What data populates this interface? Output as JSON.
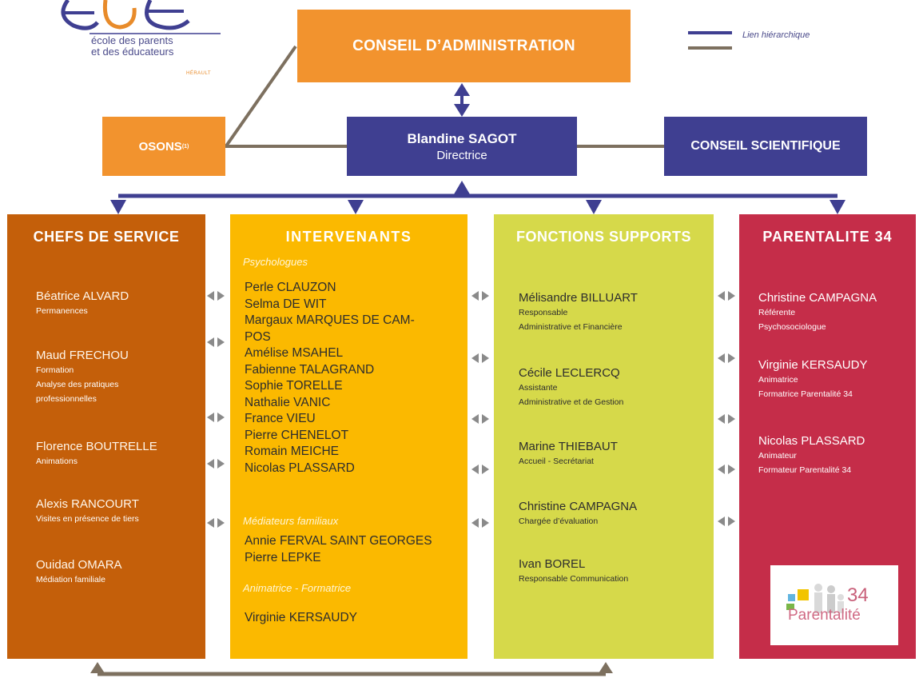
{
  "logo": {
    "line1": "école des parents",
    "line2": "et des éducateurs",
    "line3": "HÉRAULT"
  },
  "legend": {
    "label": "Lien hiérarchique"
  },
  "top": {
    "conseil_administration": "CONSEIL D’ADMINISTRATION",
    "osons": "OSONS",
    "osons_note": "(1)",
    "director_name": "Blandine SAGOT",
    "director_role": "Directrice",
    "conseil_scientifique": "CONSEIL SCIENTIFIQUE"
  },
  "columns": {
    "chefs": {
      "title": "CHEFS DE SERVICE",
      "entries": [
        {
          "name": "Béatrice ALVARD",
          "roles": [
            "Permanences"
          ]
        },
        {
          "name": "Maud FRECHOU",
          "roles": [
            "Formation",
            "Analyse des pratiques",
            "professionnelles"
          ]
        },
        {
          "name": "Florence BOUTRELLE",
          "roles": [
            "Animations"
          ]
        },
        {
          "name": "Alexis RANCOURT",
          "roles": [
            "Visites en présence de tiers"
          ]
        },
        {
          "name": "Ouidad OMARA",
          "roles": [
            "Médiation familiale"
          ]
        }
      ]
    },
    "intervenants": {
      "title": "INTERVENANTS",
      "sections": [
        {
          "label": "Psychologues",
          "names": [
            "Perle CLAUZON",
            "Selma DE WIT",
            "Margaux MARQUES DE CAM-",
            "POS",
            "Amélise MSAHEL",
            "Fabienne TALAGRAND",
            "Sophie TORELLE",
            "Nathalie VANIC",
            "France VIEU",
            "Pierre CHENELOT",
            "Romain MEICHE",
            "Nicolas PLASSARD"
          ]
        },
        {
          "label": "Médiateurs familiaux",
          "names": [
            "Annie FERVAL SAINT GEORGES",
            "Pierre LEPKE"
          ]
        },
        {
          "label": "Animatrice - Formatrice",
          "names": [
            "Virginie KERSAUDY"
          ]
        }
      ]
    },
    "fonctions": {
      "title": "FONCTIONS SUPPORTS",
      "entries": [
        {
          "name": "Mélisandre BILLUART",
          "roles": [
            "Responsable",
            "Administrative et Financière"
          ]
        },
        {
          "name": "Cécile LECLERCQ",
          "roles": [
            "Assistante",
            "Administrative et de Gestion"
          ]
        },
        {
          "name": "Marine THIEBAUT",
          "roles": [
            "Accueil - Secrétariat"
          ]
        },
        {
          "name": "Christine CAMPAGNA",
          "roles": [
            "Chargée d’évaluation"
          ]
        },
        {
          "name": "Ivan BOREL",
          "roles": [
            "Responsable Communication"
          ]
        }
      ]
    },
    "parentalite": {
      "title": "PARENTALITE 34",
      "entries": [
        {
          "name": "Christine CAMPAGNA",
          "roles": [
            "Référente",
            "Psychosociologue"
          ]
        },
        {
          "name": "Virginie KERSAUDY",
          "roles": [
            "Animatrice",
            "Formatrice Parentalité 34"
          ]
        },
        {
          "name": "Nicolas PLASSARD",
          "roles": [
            "Animateur",
            "Formateur  Parentalité 34"
          ]
        }
      ],
      "logo_number": "34",
      "logo_word": "Parentalité"
    }
  },
  "colors": {
    "orange": "#f2932e",
    "navy": "#3f3f91",
    "chefs": "#c45f0a",
    "intervenants": "#fbb900",
    "fonctions": "#d6d94a",
    "parentalite": "#c52d49",
    "link_brown": "#7d705f"
  }
}
